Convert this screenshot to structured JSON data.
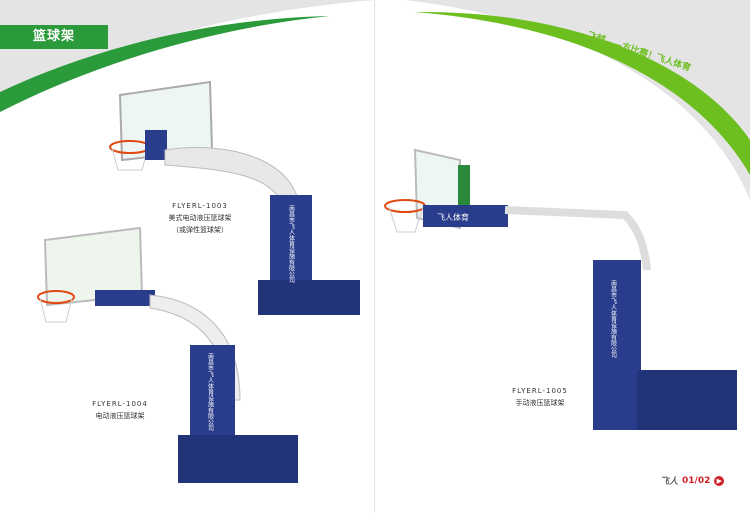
{
  "section_title": "篮球架",
  "slogan": "飞越——方比赛！飞人体育",
  "products": [
    {
      "model": "FLYERL-1003",
      "name": "美式电动液压篮球架",
      "note": "（或弹性篮球架）",
      "pad_text": "南昌市飞人体育设施有限公司"
    },
    {
      "model": "FLYERL-1004",
      "name": "电动液压篮球架",
      "pad_text": "南昌市飞人体育设施有限公司"
    },
    {
      "model": "FLYERL-1005",
      "name": "手动液压篮球架",
      "pad_text": "南昌市飞人体育设施有限公司",
      "arm_text": "飞人体育"
    }
  ],
  "footer": {
    "logo": "飞人",
    "page": "01/02",
    "arrow_icon": "play-circle-icon"
  },
  "colors": {
    "green": "#2a9a3a",
    "lime": "#6cbf1f",
    "pad_blue": "#2a3d8c",
    "red": "#d0202a"
  }
}
